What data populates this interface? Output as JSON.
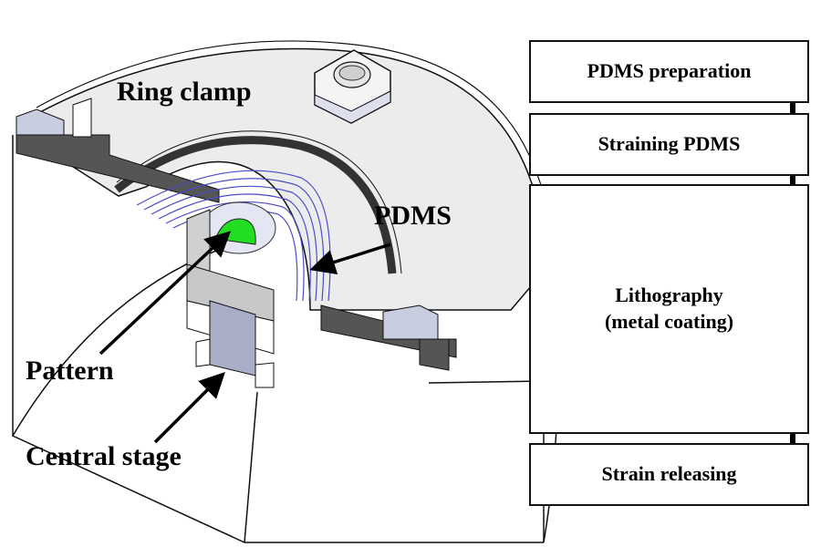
{
  "figure": {
    "labels": {
      "ring_clamp": "Ring clamp",
      "pdms": "PDMS",
      "pattern": "Pattern",
      "central_stage": "Central stage"
    },
    "flowchart": {
      "steps": [
        {
          "line1": "PDMS preparation",
          "line2": ""
        },
        {
          "line1": "Straining PDMS",
          "line2": ""
        },
        {
          "line1": "Lithography",
          "line2": "(metal coating)"
        },
        {
          "line1": "Strain releasing",
          "line2": ""
        }
      ]
    },
    "colors": {
      "pattern_green": "#22dd22",
      "pdms_rings_blue": "#4b4bc8",
      "clamp_gray": "#ececec",
      "dark_band": "#555555",
      "stage_blue_gray": "#a9adc6"
    }
  }
}
